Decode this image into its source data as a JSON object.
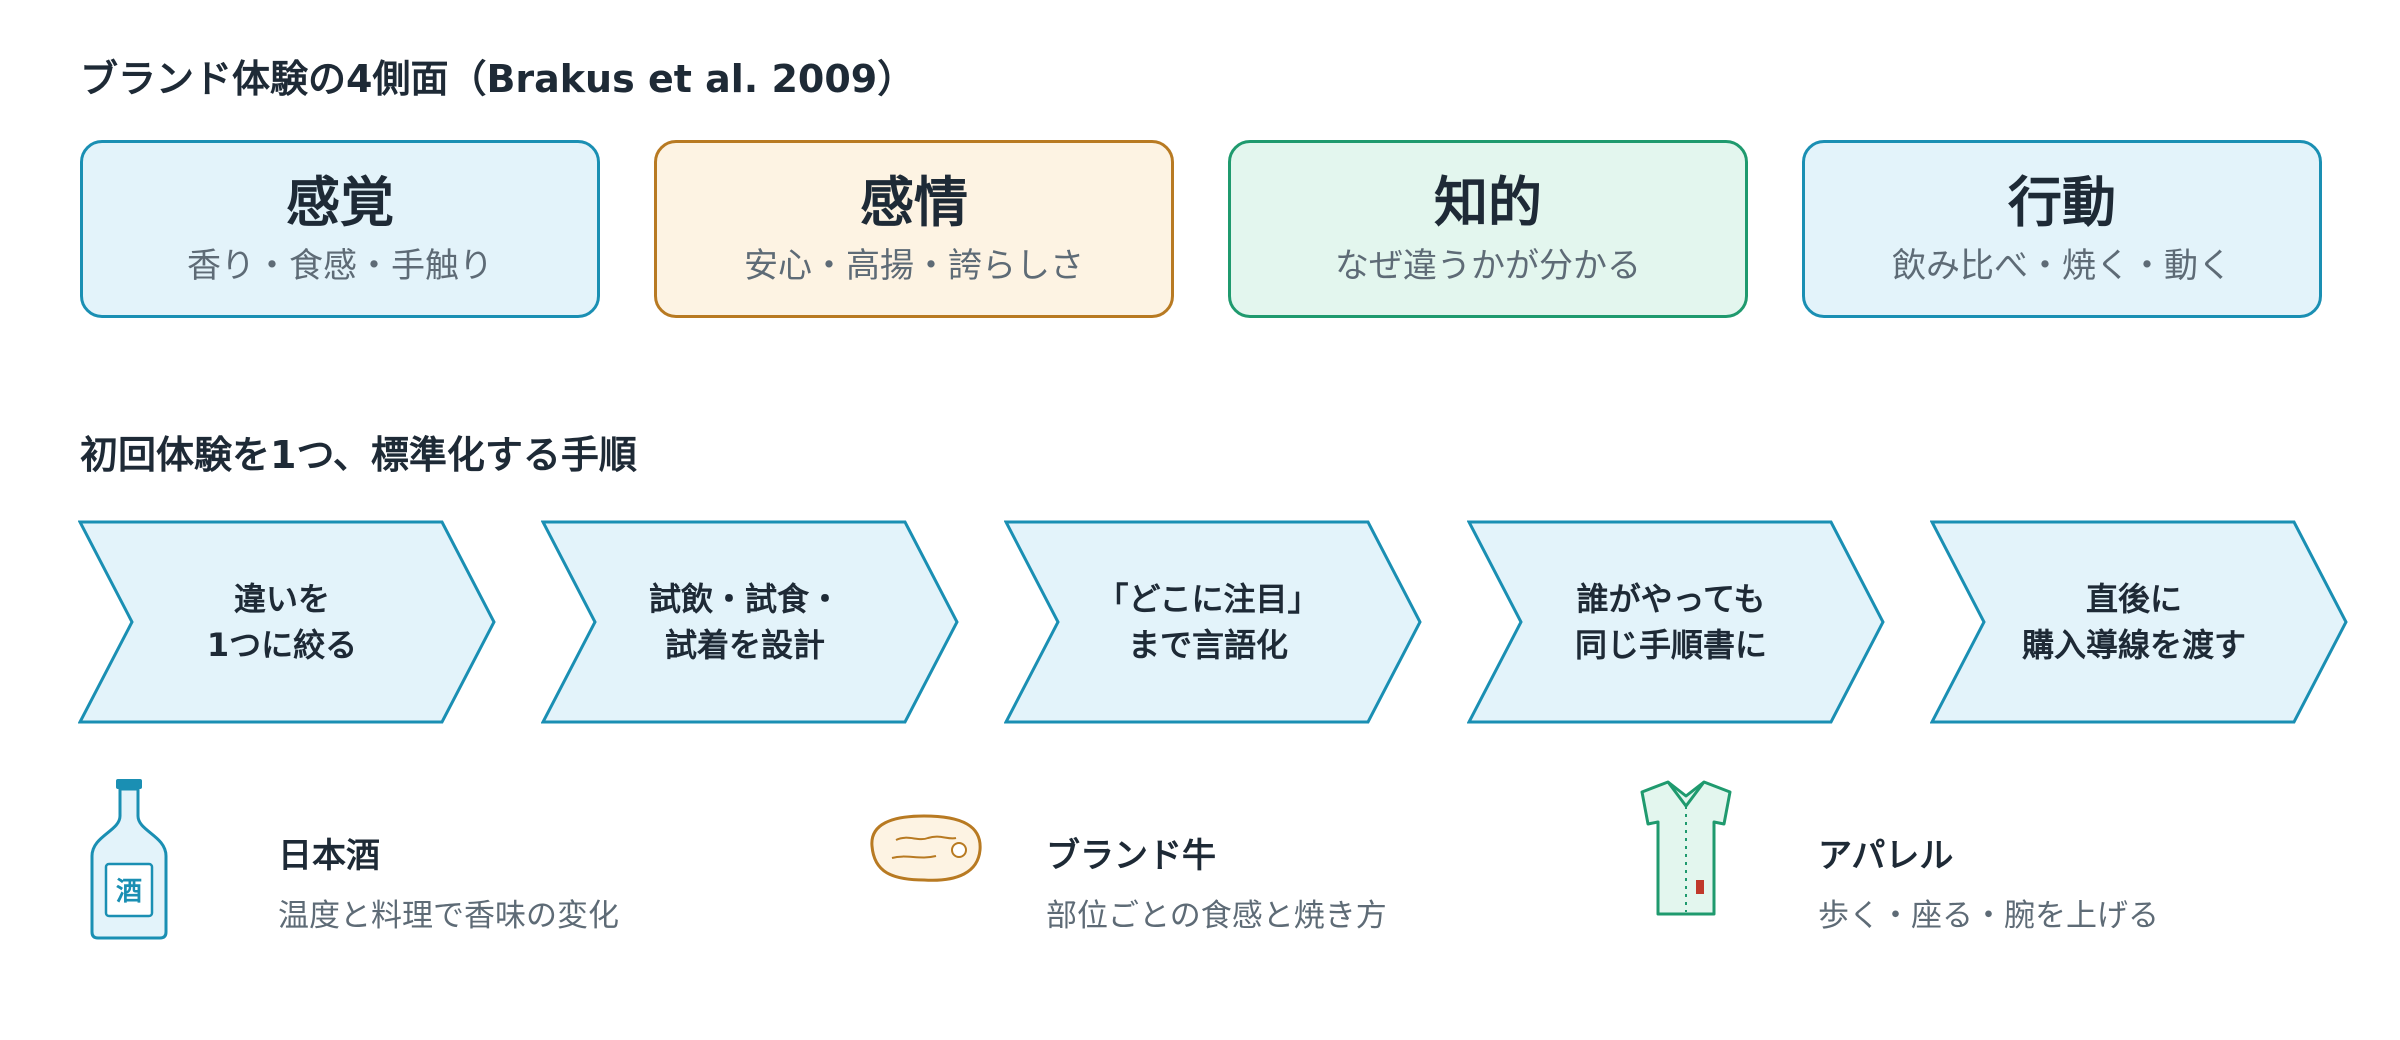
{
  "section1": {
    "title": "ブランド体験の4側面（Brakus et al. 2009）"
  },
  "dimensions": [
    {
      "title": "感覚",
      "subtitle": "香り・食感・手触り",
      "color": "#1a8fb3",
      "fill": "#e3f3fa"
    },
    {
      "title": "感情",
      "subtitle": "安心・高揚・誇らしさ",
      "color": "#b87a22",
      "fill": "#fdf3e3"
    },
    {
      "title": "知的",
      "subtitle": "なぜ違うかが分かる",
      "color": "#1f9a6e",
      "fill": "#e3f6ee"
    },
    {
      "title": "行動",
      "subtitle": "飲み比べ・焼く・動く",
      "color": "#1a8fb3",
      "fill": "#e3f3fa"
    }
  ],
  "section2": {
    "title": "初回体験を1つ、標準化する手順"
  },
  "steps": [
    {
      "line1": "違いを",
      "line2": "1つに絞る"
    },
    {
      "line1": "試飲・試食・",
      "line2": "試着を設計"
    },
    {
      "line1": "「どこに注目」",
      "line2": "まで言語化"
    },
    {
      "line1": "誰がやっても",
      "line2": "同じ手順書に"
    },
    {
      "line1": "直後に",
      "line2": "購入導線を渡す"
    }
  ],
  "step_colors": {
    "stroke": "#1a8fb3",
    "fill": "#e3f3fa"
  },
  "examples": [
    {
      "title": "日本酒",
      "subtitle": "温度と料理で香味の変化",
      "icon": "sake-bottle-icon",
      "label": "酒"
    },
    {
      "title": "ブランド牛",
      "subtitle": "部位ごとの食感と焼き方",
      "icon": "beef-icon"
    },
    {
      "title": "アパレル",
      "subtitle": "歩く・座る・腕を上げる",
      "icon": "shirt-icon"
    }
  ]
}
